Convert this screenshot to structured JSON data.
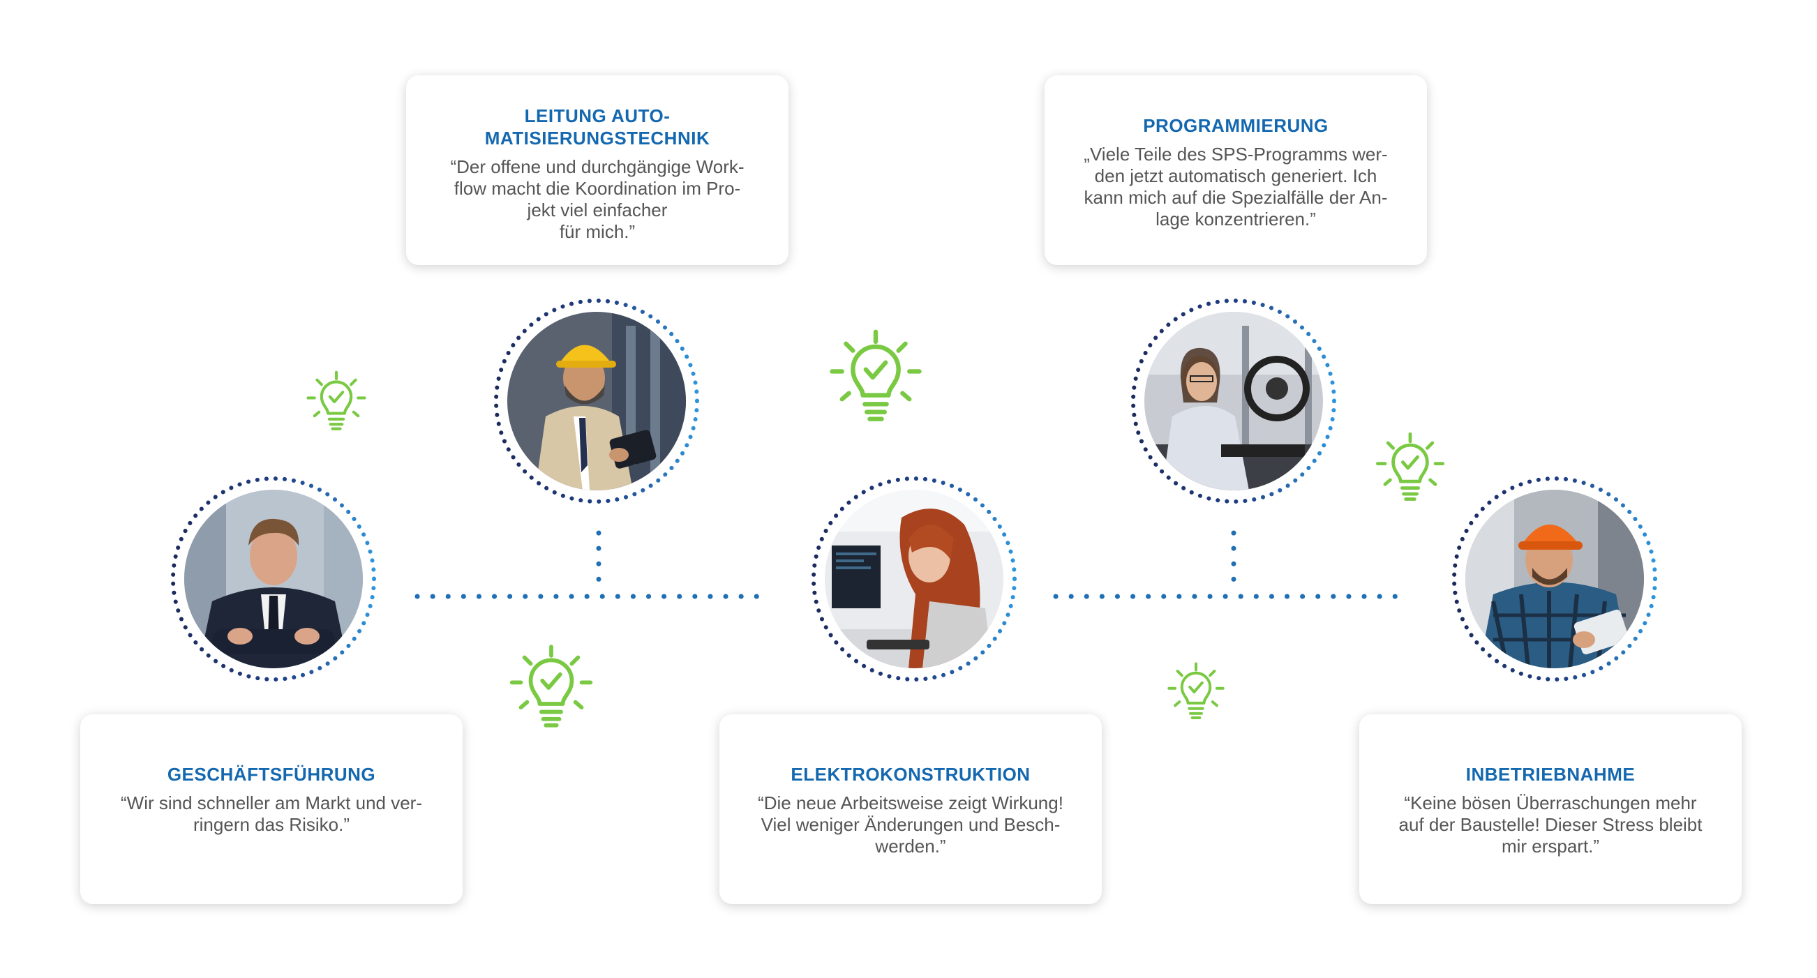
{
  "roles": [
    {
      "key": "leitung",
      "title": "LEITUNG AUTO-\nMATISIERUNGSTECHNIK",
      "quote": "“Der offene und durchgängige Work-\nflow macht die  Koordination im Pro-\njekt viel einfacher\nfür mich.”",
      "photo_subject": "man in yellow hard hat with tablet"
    },
    {
      "key": "programmierung",
      "title": "PROGRAMMIERUNG",
      "quote": "„Viele Teile des SPS-Programms wer-\nden jetzt automatisch generiert. Ich\nkann mich auf die Spezialfälle der An-\nlage konzentrieren.”",
      "photo_subject": "woman working at a machine"
    },
    {
      "key": "geschaeftsfuehrung",
      "title": "GESCHÄFTSFÜHRUNG",
      "quote": "“Wir sind schneller am Markt und ver-\nringern das Risiko.”",
      "photo_subject": "businessman in suit, arms crossed"
    },
    {
      "key": "elektrokonstruktion",
      "title": "ELEKTROKONSTRUKTION",
      "quote": "“Die neue Arbeitsweise zeigt Wirkung!\nViel weniger Änderungen und Besch-\nwerden.”",
      "photo_subject": "red-haired woman at computer"
    },
    {
      "key": "inbetriebnahme",
      "title": "INBETRIEBNAHME",
      "quote": "“Keine bösen Überraschungen mehr\nauf der Baustelle! Dieser Stress bleibt\nmir erspart.”",
      "photo_subject": "smiling worker in orange hard hat with tablet"
    }
  ],
  "icons": {
    "bulb": "lightbulb-check-icon"
  },
  "colors": {
    "title_blue": "#1468b0",
    "quote_gray": "#555555",
    "ring_dark": "#1c2a5c",
    "ring_light": "#2d8fd4",
    "connector_blue": "#1f6fb4",
    "bulb_green": "#7ac943"
  }
}
